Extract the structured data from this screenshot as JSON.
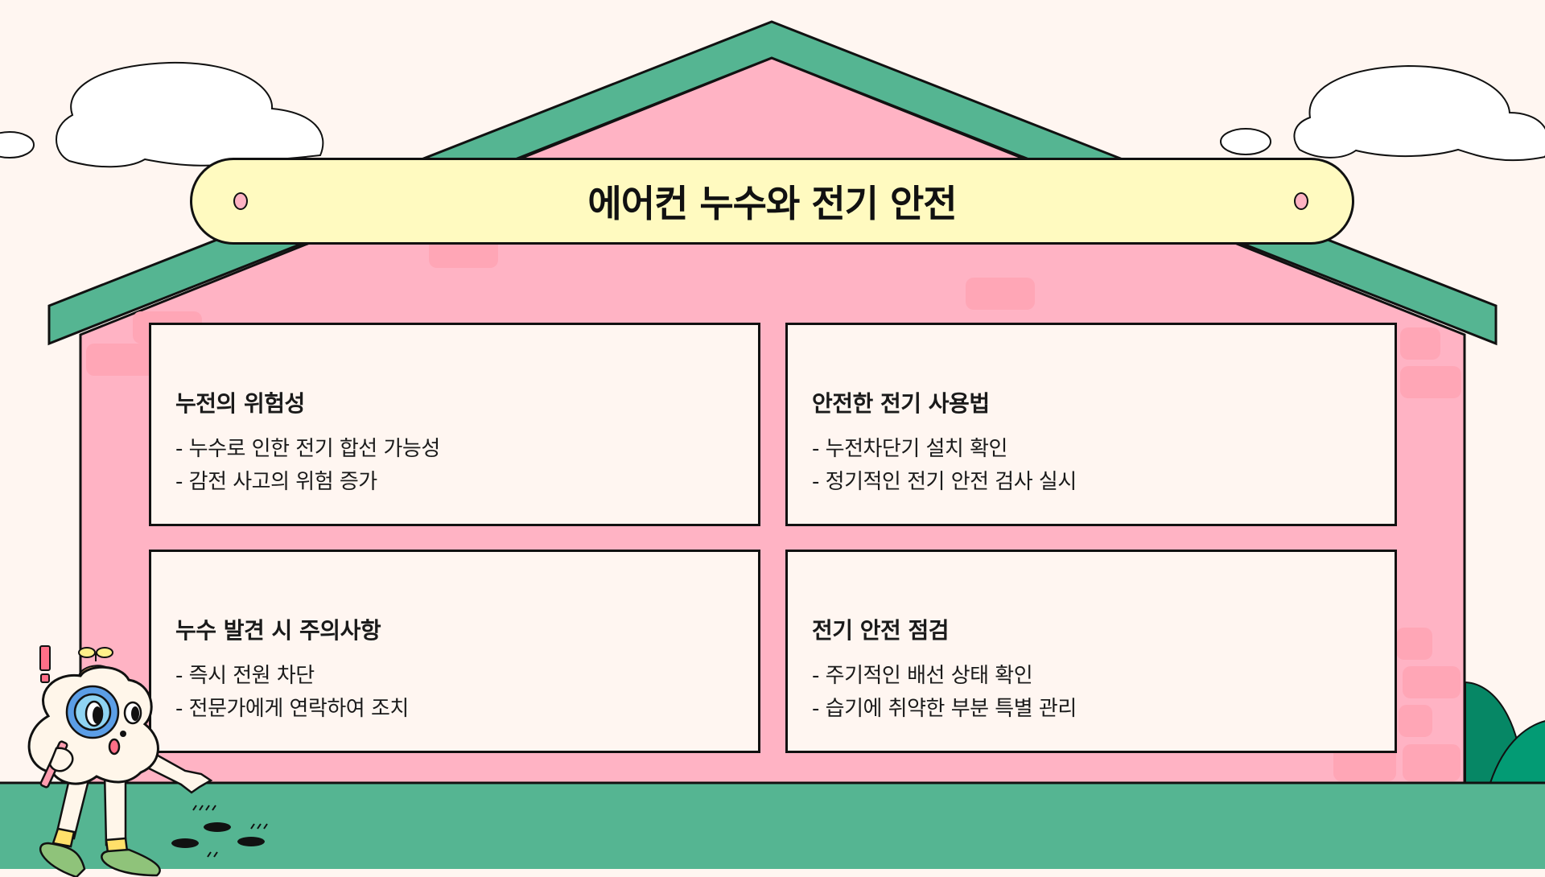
{
  "title": "에어컨 누수와 전기 안전",
  "colors": {
    "background": "#fff6f1",
    "house_wall": "#ffb3c4",
    "roof": "#55b592",
    "ground": "#55b592",
    "title_pill": "#fffac0",
    "card_bg": "#fff6f1",
    "outline": "#111111"
  },
  "cards": [
    {
      "heading": "누전의 위험성",
      "bullets": [
        "- 누수로 인한 전기 합선 가능성",
        "- 감전 사고의 위험 증가"
      ]
    },
    {
      "heading": "안전한 전기 사용법",
      "bullets": [
        "- 누전차단기 설치 확인",
        "- 정기적인 전기 안전 검사 실시"
      ]
    },
    {
      "heading": "누수 발견 시 주의사항",
      "bullets": [
        "- 즉시 전원 차단",
        "- 전문가에게 연락하여 조치"
      ]
    },
    {
      "heading": "전기 안전 점검",
      "bullets": [
        "- 주기적인 배선 상태 확인",
        "- 습기에 취약한 부분 특별 관리"
      ]
    }
  ],
  "decorations": {
    "mascot": "cloud-character-with-magnifying-glass",
    "alert_mark": "!",
    "clouds": 2,
    "bush": "green-bush-right"
  }
}
